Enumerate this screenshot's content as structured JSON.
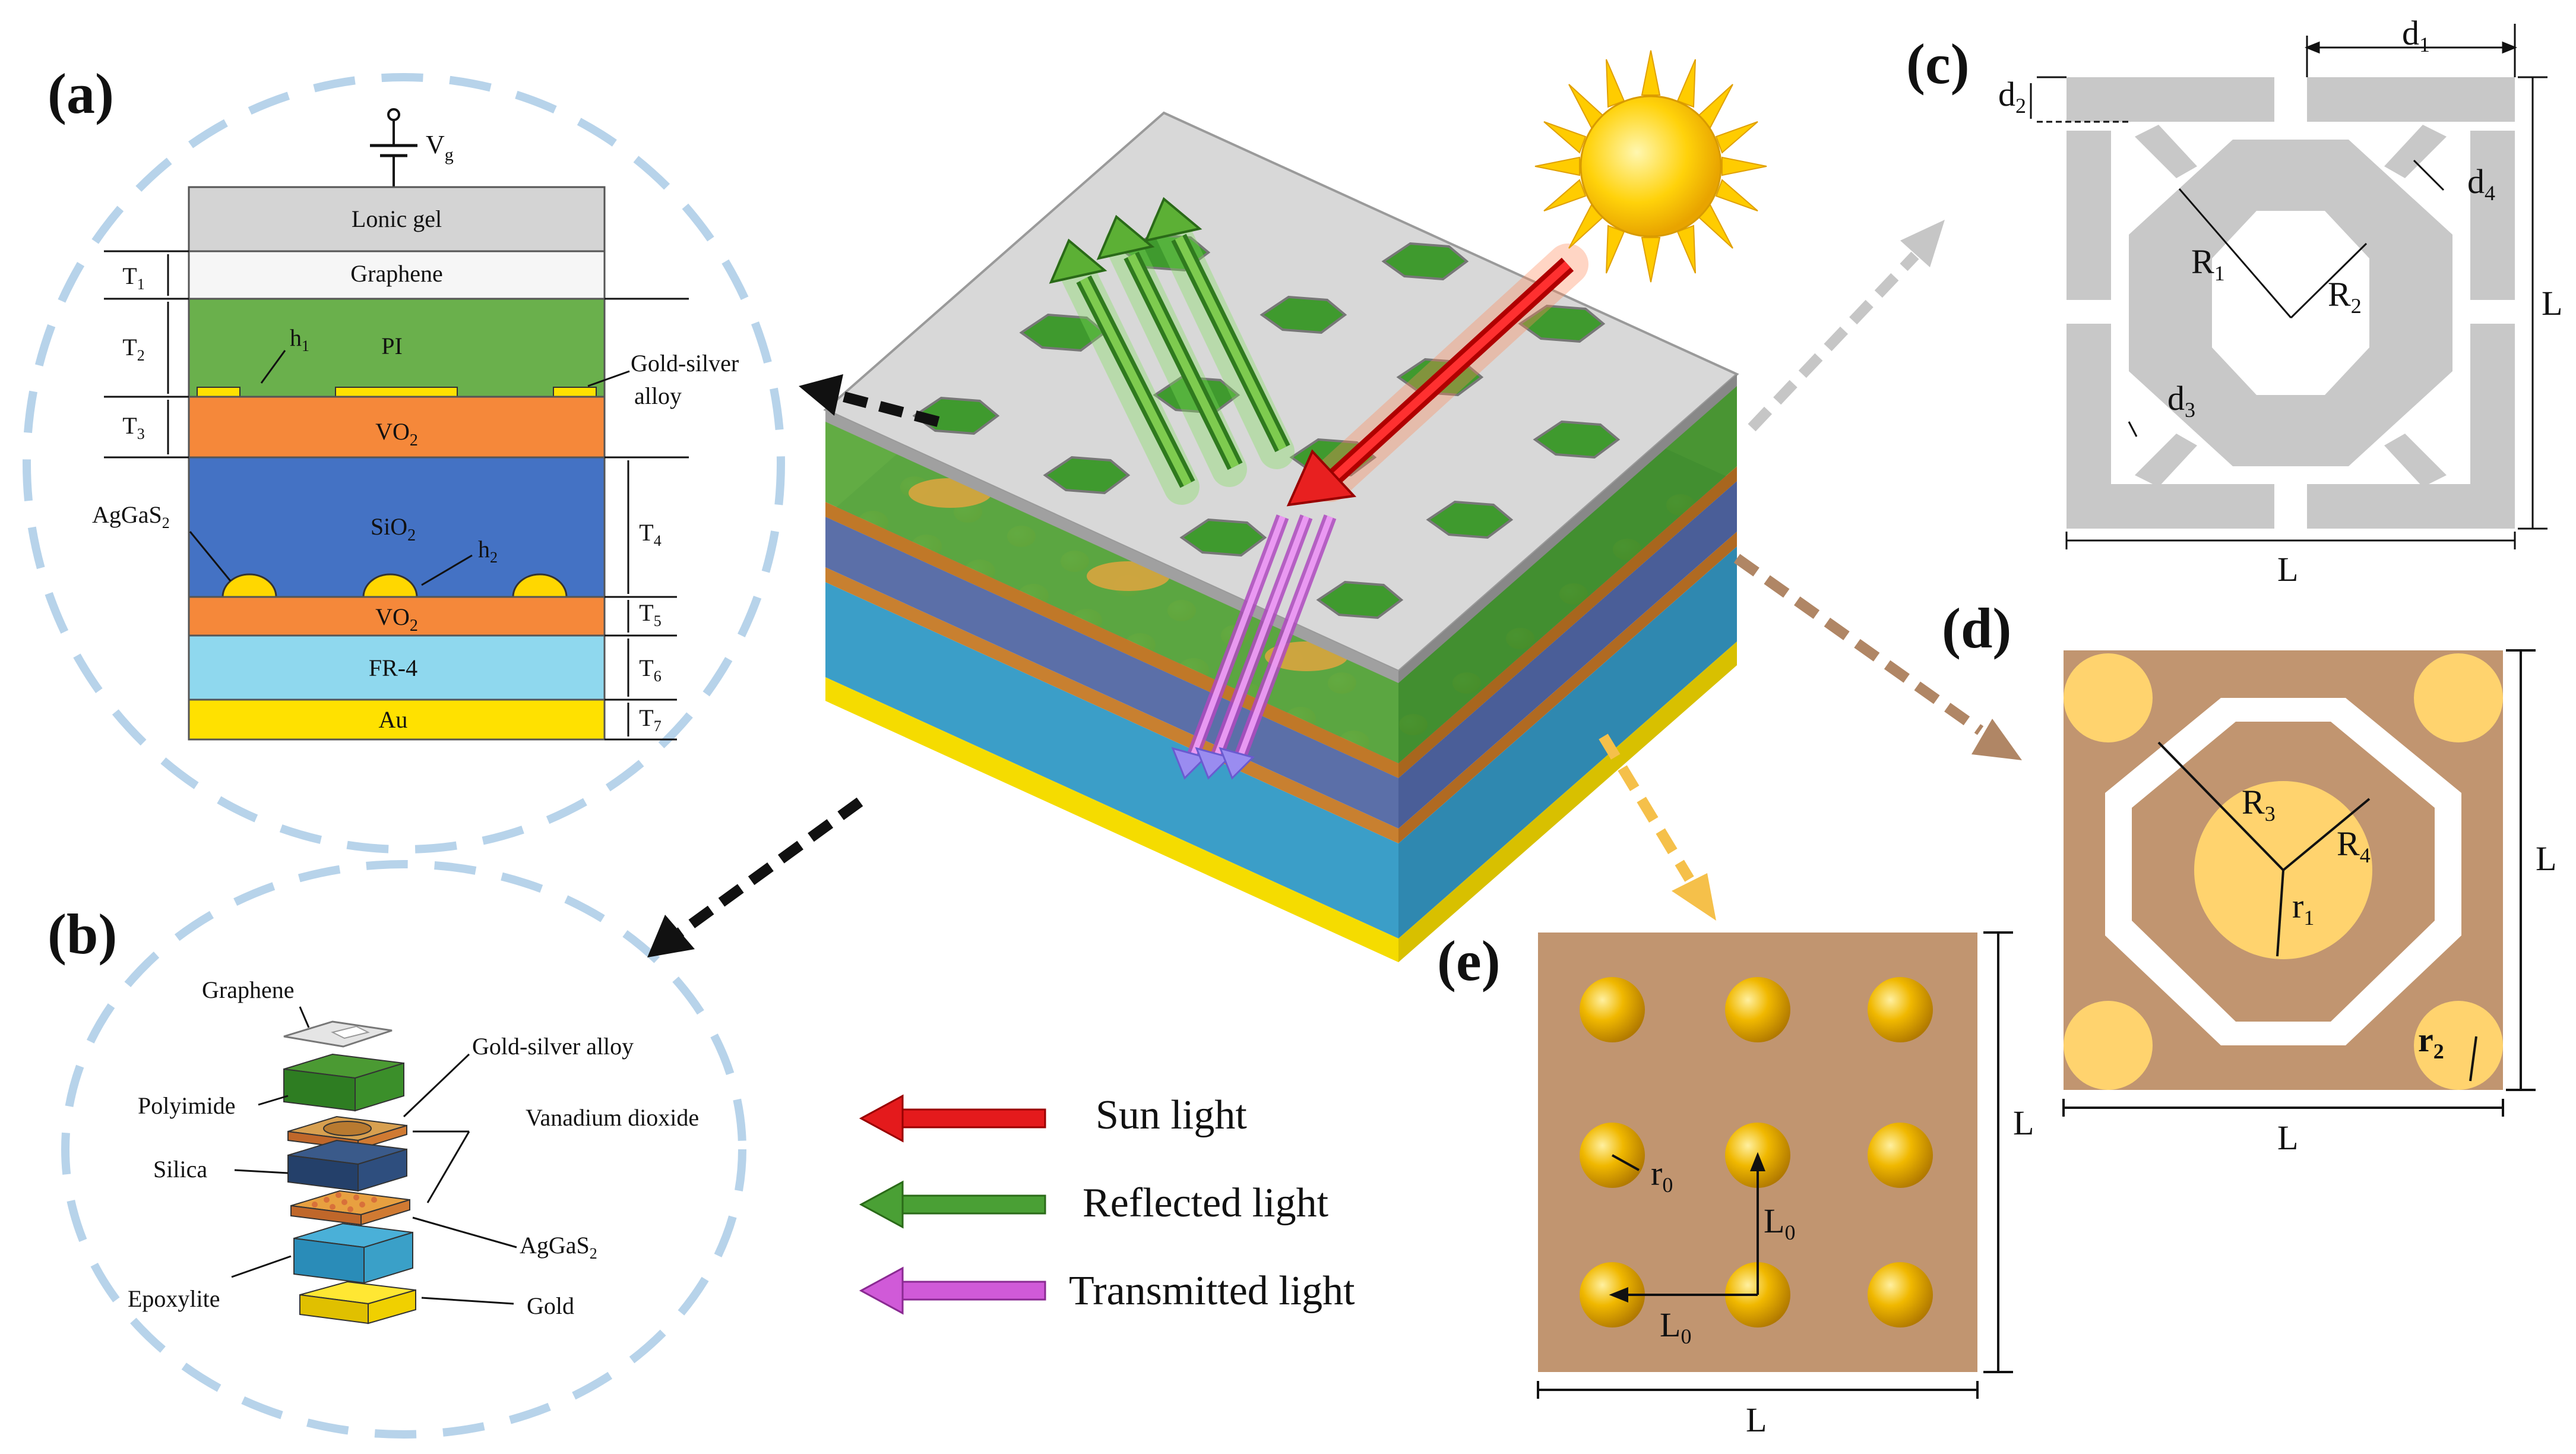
{
  "panels": {
    "a": {
      "label": "(a)",
      "gate": "V",
      "gate_sub": "g",
      "layers": [
        "Lonic gel",
        "Graphene",
        "PI",
        "VO",
        "SiO",
        "VO",
        "FR-4",
        "Au"
      ],
      "layer_sub": "2",
      "thickness": [
        "T",
        "T",
        "T",
        "T",
        "T",
        "T",
        "T"
      ],
      "thickness_sub": [
        "1",
        "2",
        "3",
        "4",
        "5",
        "6",
        "7"
      ],
      "annotations": {
        "h1": "h",
        "h1_sub": "1",
        "h2": "h",
        "h2_sub": "2",
        "gold_silver_1": "Gold-silver",
        "gold_silver_2": "alloy",
        "agg": "AgGaS",
        "agg_sub": "2"
      }
    },
    "b": {
      "label": "(b)",
      "labels": {
        "graphene": "Graphene",
        "gold_silver": "Gold-silver alloy",
        "polyimide": "Polyimide",
        "vanadium": "Vanadium dioxide",
        "silica": "Silica",
        "agg": "AgGaS",
        "agg_sub": "2",
        "epoxylite": "Epoxylite",
        "gold": "Gold"
      }
    },
    "c": {
      "label": "(c)",
      "d1": "d",
      "d1_sub": "1",
      "d2": "d",
      "d2_sub": "2",
      "d3": "d",
      "d3_sub": "3",
      "d4": "d",
      "d4_sub": "4",
      "R1": "R",
      "R1_sub": "1",
      "R2": "R",
      "R2_sub": "2",
      "L": "L"
    },
    "d": {
      "label": "(d)",
      "R3": "R",
      "R3_sub": "3",
      "R4": "R",
      "R4_sub": "4",
      "r1": "r",
      "r1_sub": "1",
      "r2": "r",
      "r2_sub": "2",
      "L": "L"
    },
    "e": {
      "label": "(e)",
      "r0": "r",
      "r0_sub": "0",
      "L0": "L",
      "L0_sub": "0",
      "L": "L"
    }
  },
  "legend": [
    {
      "label": "Sun light",
      "color": "#e41a1c"
    },
    {
      "label": "Reflected light",
      "color": "#3a8f2a"
    },
    {
      "label": "Transmitted light",
      "color": "#d05ad8"
    }
  ],
  "colors": {
    "ionic_gel": "#d4d4d4",
    "graphene": "#f6f6f6",
    "pi": "#6ab04c",
    "vo2": "#f5883a",
    "sio2": "#4472c4",
    "fr4": "#8fd8ee",
    "au": "#ffe100",
    "metal_gray": "#c8c8c8",
    "substrate_tan": "#c19570",
    "gold_disk": "#ffd36e",
    "dashed_circle": "#b7d3ea"
  }
}
